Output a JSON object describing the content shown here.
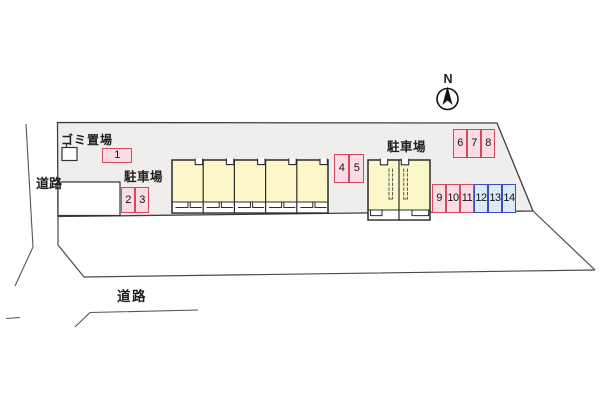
{
  "compass": {
    "label": "N"
  },
  "labels": {
    "garbage": "ゴミ置場",
    "parking_left": "駐車場",
    "parking_right": "駐車場",
    "road_left": "道路",
    "road_bottom": "道路"
  },
  "parking_spaces": [
    {
      "no": "1",
      "color": "pink"
    },
    {
      "no": "2",
      "color": "pink"
    },
    {
      "no": "3",
      "color": "pink"
    },
    {
      "no": "4",
      "color": "pink"
    },
    {
      "no": "5",
      "color": "pink"
    },
    {
      "no": "6",
      "color": "pink"
    },
    {
      "no": "7",
      "color": "pink"
    },
    {
      "no": "8",
      "color": "pink"
    },
    {
      "no": "9",
      "color": "pink"
    },
    {
      "no": "10",
      "color": "pink"
    },
    {
      "no": "11",
      "color": "pink"
    },
    {
      "no": "12",
      "color": "blue"
    },
    {
      "no": "13",
      "color": "blue"
    },
    {
      "no": "14",
      "color": "blue"
    }
  ],
  "colors": {
    "space_pink_border": "#d24a5e",
    "space_pink_fill": "#fadde4",
    "space_blue_border": "#3c50b4",
    "space_blue_fill": "#d9eaf8",
    "building_fill": "#fcf7c9",
    "site_fill": "#efeeed"
  }
}
